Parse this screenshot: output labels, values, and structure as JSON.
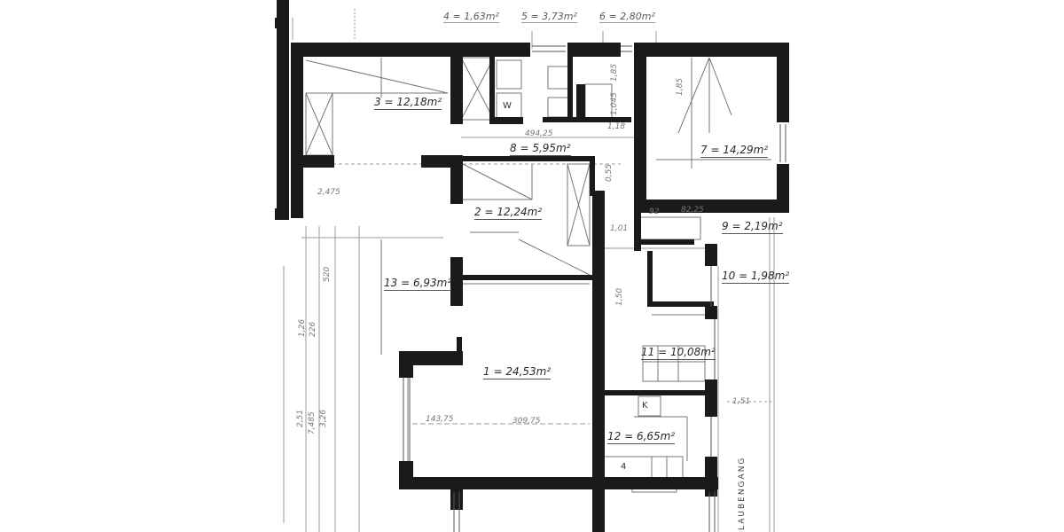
{
  "plan": {
    "top_labels": [
      {
        "id": "4",
        "text": "4 = 1,63m²"
      },
      {
        "id": "5",
        "text": "5 = 3,73m²"
      },
      {
        "id": "6",
        "text": "6 = 2,80m²"
      }
    ],
    "rooms": [
      {
        "id": "1",
        "text": "1 = 24,53m²"
      },
      {
        "id": "2",
        "text": "2 = 12,24m²"
      },
      {
        "id": "3",
        "text": "3 = 12,18m²"
      },
      {
        "id": "7",
        "text": "7 = 14,29m²"
      },
      {
        "id": "8",
        "text": "8 = 5,95m²"
      },
      {
        "id": "9",
        "text": "9 = 2,19m²"
      },
      {
        "id": "10",
        "text": "10 = 1,98m²"
      },
      {
        "id": "11",
        "text": "11 = 10,08m²"
      },
      {
        "id": "12",
        "text": "12 = 6,65m²"
      },
      {
        "id": "13",
        "text": "13 = 6,93m²"
      }
    ],
    "fixtures": {
      "washer": "W",
      "fridge": "K",
      "stove": "4"
    },
    "corridor_label": "LAUBENGANG",
    "dimensions": {
      "d_49425": "494,25",
      "d_118": "1,18",
      "d_055": "0,55",
      "d_101": "1,01",
      "d_92": "92",
      "d_8225": "82,25",
      "d_150": "1,50",
      "d_14375": "143,75",
      "d_30975": "309,75",
      "d_2475": "2,475",
      "d_520": "520",
      "d_226": "226",
      "d_126": "1,26",
      "d_251": "2,51",
      "d_7485": "7,485",
      "d_326": "3,26",
      "d_151": "1,51",
      "d_185": "1,85",
      "d_1045": "1,045",
      "d_185b": "1,85"
    },
    "colors": {
      "wall": "#1a1a1a",
      "line": "#7a7a7a",
      "background": "#ffffff"
    }
  }
}
